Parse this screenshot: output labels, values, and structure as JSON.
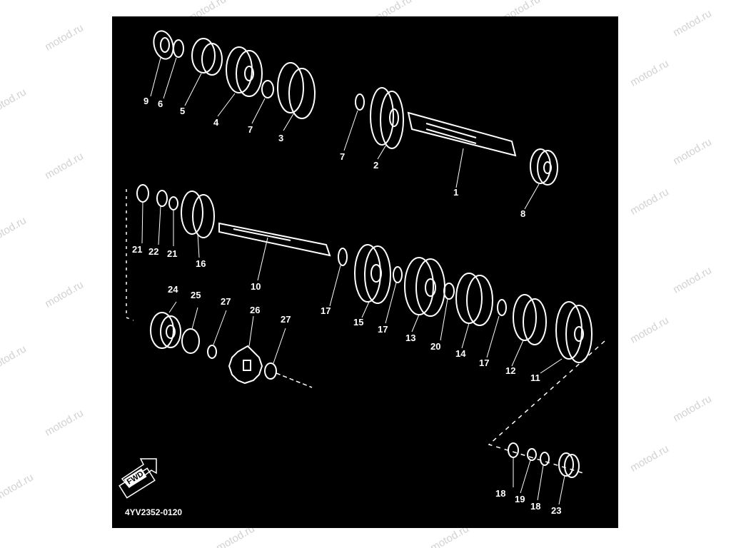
{
  "watermark": "motod.ru",
  "diagram": {
    "code": "4YV2352-0120",
    "fwd_label": "FWD",
    "labels": {
      "l9": "9",
      "l6": "6",
      "l5": "5",
      "l4": "4",
      "l7a": "7",
      "l3": "3",
      "l7b": "7",
      "l2": "2",
      "l1": "1",
      "l8": "8",
      "l21a": "21",
      "l22": "22",
      "l21b": "21",
      "l16": "16",
      "l10": "10",
      "l24": "24",
      "l25": "25",
      "l27a": "27",
      "l26": "26",
      "l27b": "27",
      "l17a": "17",
      "l15": "15",
      "l17b": "17",
      "l13": "13",
      "l20": "20",
      "l14": "14",
      "l17c": "17",
      "l12": "12",
      "l11": "11",
      "l18a": "18",
      "l19": "19",
      "l18b": "18",
      "l23": "23"
    }
  }
}
